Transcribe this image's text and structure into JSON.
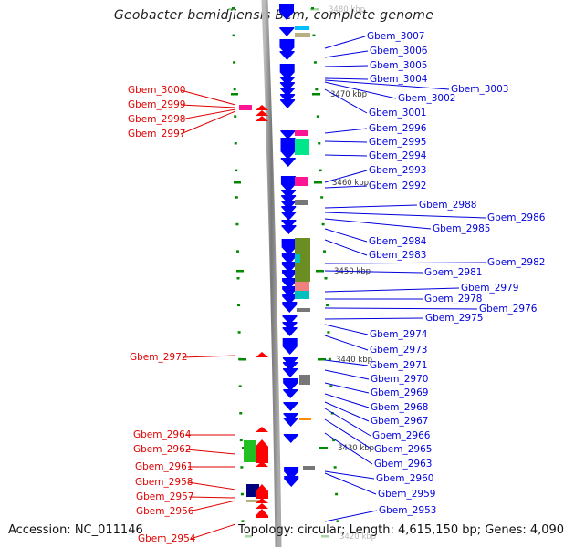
{
  "title": "Geobacter bemidjiensis Bem, complete genome",
  "footer": {
    "accession": "Accession: NC_011146",
    "topology": "Topology: circular; Length: 4,615,150 bp; Genes: 4,090"
  },
  "colors": {
    "forward_gene": "#ff0000",
    "reverse_gene": "#0000ff",
    "forward_label": "#e00000",
    "reverse_label": "#0000dd",
    "backbone": "#888888",
    "tick": "#008800"
  },
  "ticks": [
    {
      "label": "3480 kbp",
      "faded": true
    },
    {
      "label": "3470 kbp"
    },
    {
      "label": "3460 kbp"
    },
    {
      "label": "3450 kbp"
    },
    {
      "label": "3440 kbp"
    },
    {
      "label": "3430 kbp"
    },
    {
      "label": "3420 kbp",
      "faded": true
    }
  ],
  "forward_labels": [
    "Gbem_3000",
    "Gbem_2999",
    "Gbem_2998",
    "Gbem_2997",
    "Gbem_2972",
    "Gbem_2964",
    "Gbem_2962",
    "Gbem_2961",
    "Gbem_2958",
    "Gbem_2957",
    "Gbem_2956",
    "Gbem_2954"
  ],
  "reverse_labels": [
    "Gbem_3007",
    "Gbem_3006",
    "Gbem_3005",
    "Gbem_3004",
    "Gbem_3003",
    "Gbem_3002",
    "Gbem_3001",
    "Gbem_2996",
    "Gbem_2995",
    "Gbem_2994",
    "Gbem_2993",
    "Gbem_2992",
    "Gbem_2988",
    "Gbem_2986",
    "Gbem_2985",
    "Gbem_2984",
    "Gbem_2983",
    "Gbem_2982",
    "Gbem_2981",
    "Gbem_2979",
    "Gbem_2978",
    "Gbem_2976",
    "Gbem_2975",
    "Gbem_2974",
    "Gbem_2973",
    "Gbem_2971",
    "Gbem_2970",
    "Gbem_2969",
    "Gbem_2968",
    "Gbem_2967",
    "Gbem_2966",
    "Gbem_2965",
    "Gbem_2963",
    "Gbem_2960",
    "Gbem_2959",
    "Gbem_2953"
  ]
}
